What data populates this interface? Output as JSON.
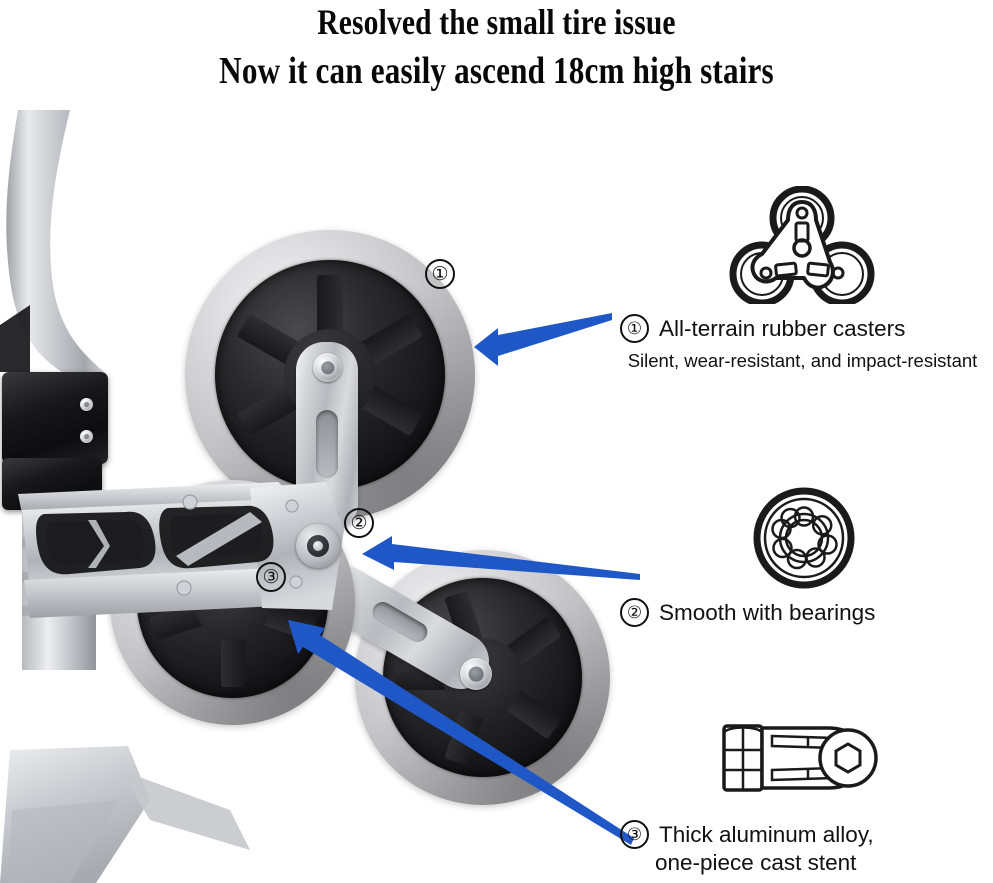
{
  "headline": {
    "line1": "Resolved the small tire issue",
    "line2": "Now it can easily ascend 18cm high stairs"
  },
  "colors": {
    "arrow_blue": "#1f58c6",
    "tire_grey": "#c6c6c8",
    "hub_black": "#141416",
    "aluminium": "#c3c6ca",
    "text_black": "#111111",
    "background": "#ffffff"
  },
  "photo": {
    "markers": [
      {
        "label": "①",
        "name": "photo-marker-1"
      },
      {
        "label": "②",
        "name": "photo-marker-2"
      },
      {
        "label": "③",
        "name": "photo-marker-3"
      }
    ]
  },
  "callouts": [
    {
      "number": "①",
      "title": "All-terrain rubber casters",
      "subtitle": "Silent, wear-resistant, and impact-resistant",
      "icon": "tri-wheel-icon"
    },
    {
      "number": "②",
      "title": "Smooth with bearings",
      "subtitle": "",
      "icon": "ball-bearing-icon"
    },
    {
      "number": "③",
      "title": "Thick aluminum alloy,",
      "title_line2": "one-piece cast stent",
      "subtitle": "",
      "icon": "aluminium-stent-icon"
    }
  ]
}
